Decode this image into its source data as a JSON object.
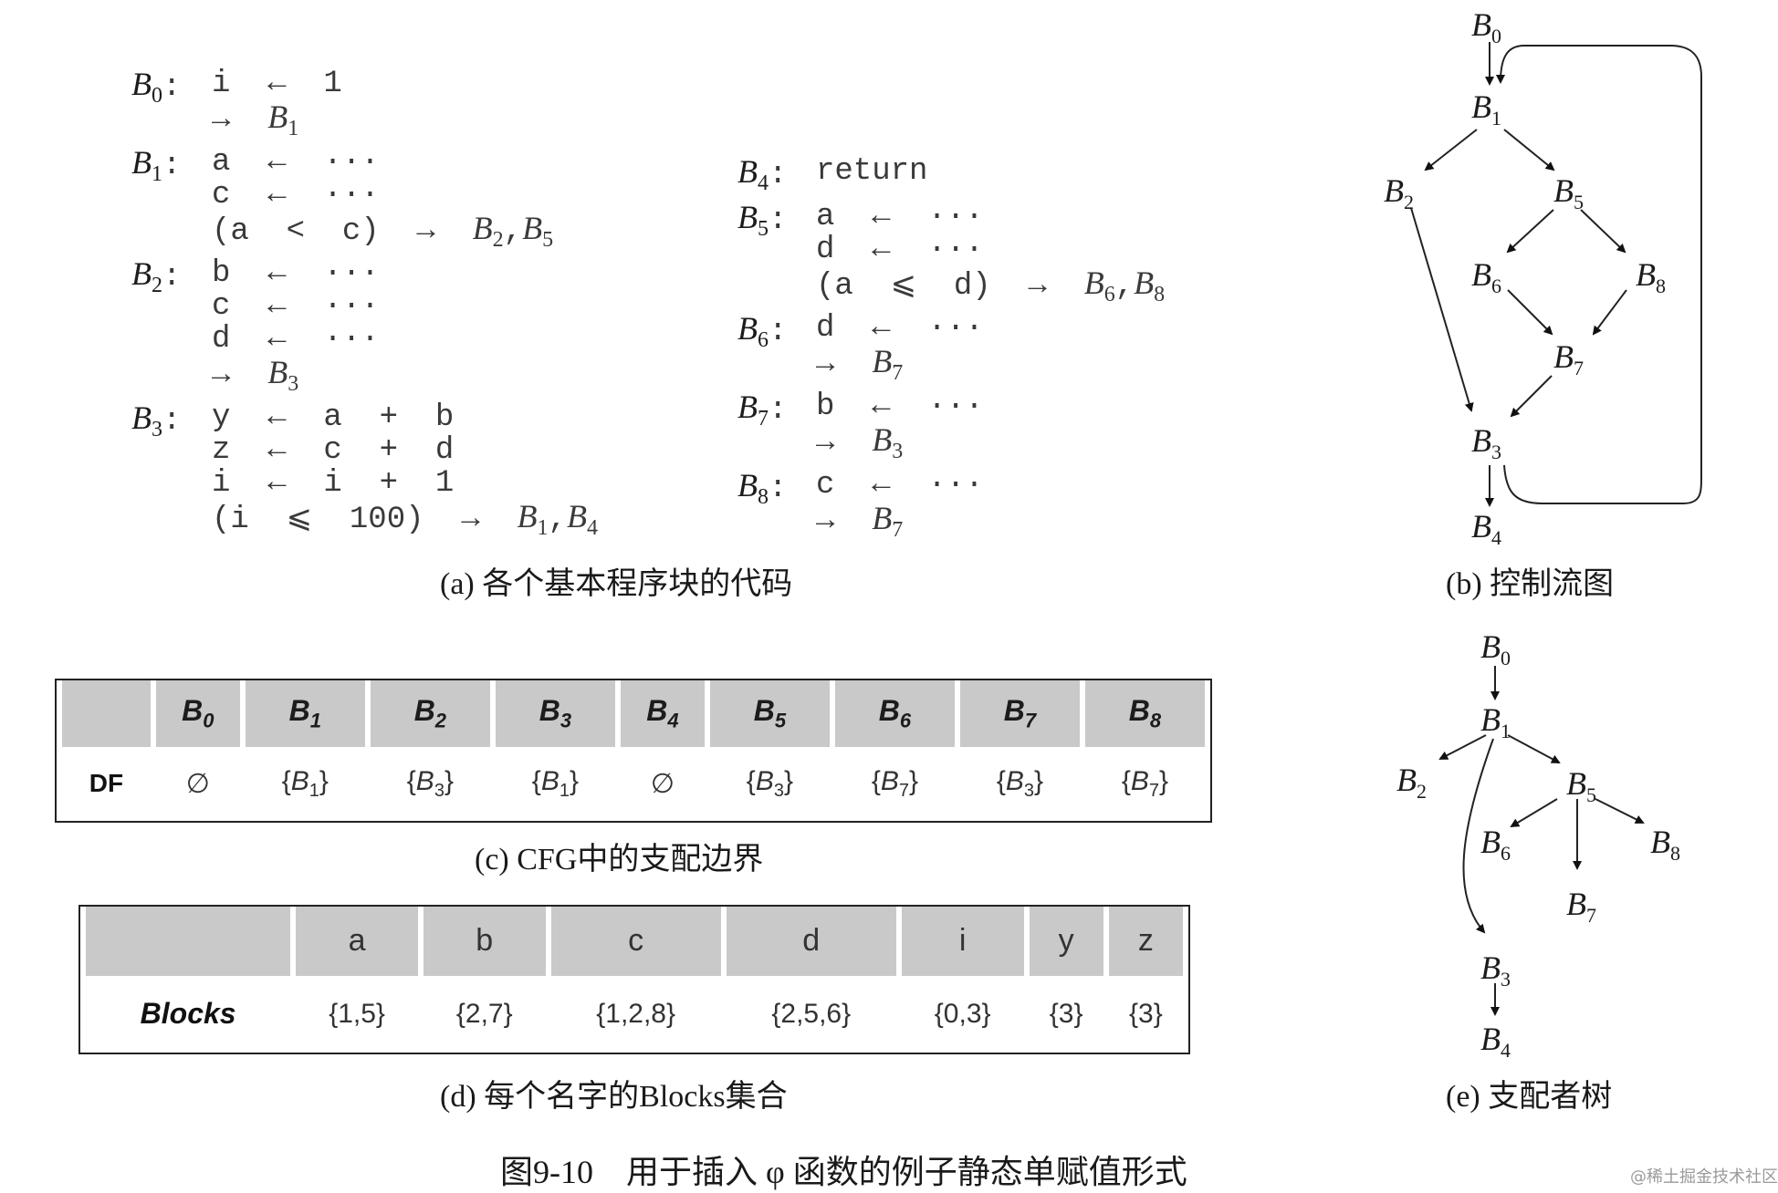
{
  "code_left": [
    {
      "label": "B0",
      "lines": [
        "i  ←  1",
        "→  B1"
      ]
    },
    {
      "label": "B1",
      "lines": [
        "a  ←  ···",
        "c  ←  ···",
        "(a  <  c)  →  B2,B5"
      ]
    },
    {
      "label": "B2",
      "lines": [
        "b  ←  ···",
        "c  ←  ···",
        "d  ←  ···",
        "→  B3"
      ]
    },
    {
      "label": "B3",
      "lines": [
        "y  ←  a  +  b",
        "z  ←  c  +  d",
        "i  ←  i  +  1",
        "(i  ⩽  100)  →  B1,B4"
      ]
    }
  ],
  "code_right": [
    {
      "label": "B4",
      "lines": [
        "return"
      ]
    },
    {
      "label": "B5",
      "lines": [
        "a  ←  ···",
        "d  ←  ···",
        "(a  ⩽  d)  →  B6,B8"
      ]
    },
    {
      "label": "B6",
      "lines": [
        "d  ←  ···",
        "→  B7"
      ]
    },
    {
      "label": "B7",
      "lines": [
        "b  ←  ···",
        "→  B3"
      ]
    },
    {
      "label": "B8",
      "lines": [
        "c  ←  ···",
        "→  B7"
      ]
    }
  ],
  "captions": {
    "a": "(a) 各个基本程序块的代码",
    "b": "(b) 控制流图",
    "c": "(c) CFG中的支配边界",
    "d": "(d) 每个名字的Blocks集合",
    "e": "(e) 支配者树",
    "figure": "图9-10　用于插入 φ 函数的例子静态单赋值形式"
  },
  "df_table": {
    "headers": [
      "B0",
      "B1",
      "B2",
      "B3",
      "B4",
      "B5",
      "B6",
      "B7",
      "B8"
    ],
    "row_label": "DF",
    "values": [
      "∅",
      "{B1}",
      "{B3}",
      "{B1}",
      "∅",
      "{B3}",
      "{B7}",
      "{B3}",
      "{B7}"
    ]
  },
  "blocks_table": {
    "headers": [
      "a",
      "b",
      "c",
      "d",
      "i",
      "y",
      "z"
    ],
    "row_label": "Blocks",
    "values": [
      "{1,5}",
      "{2,7}",
      "{1,2,8}",
      "{2,5,6}",
      "{0,3}",
      "{3}",
      "{3}"
    ]
  },
  "cfg_nodes": [
    "B0",
    "B1",
    "B2",
    "B5",
    "B6",
    "B8",
    "B7",
    "B3",
    "B4"
  ],
  "domtree_nodes": [
    "B0",
    "B1",
    "B2",
    "B5",
    "B6",
    "B8",
    "B7",
    "B3",
    "B4"
  ],
  "watermark": "@稀土掘金技术社区"
}
